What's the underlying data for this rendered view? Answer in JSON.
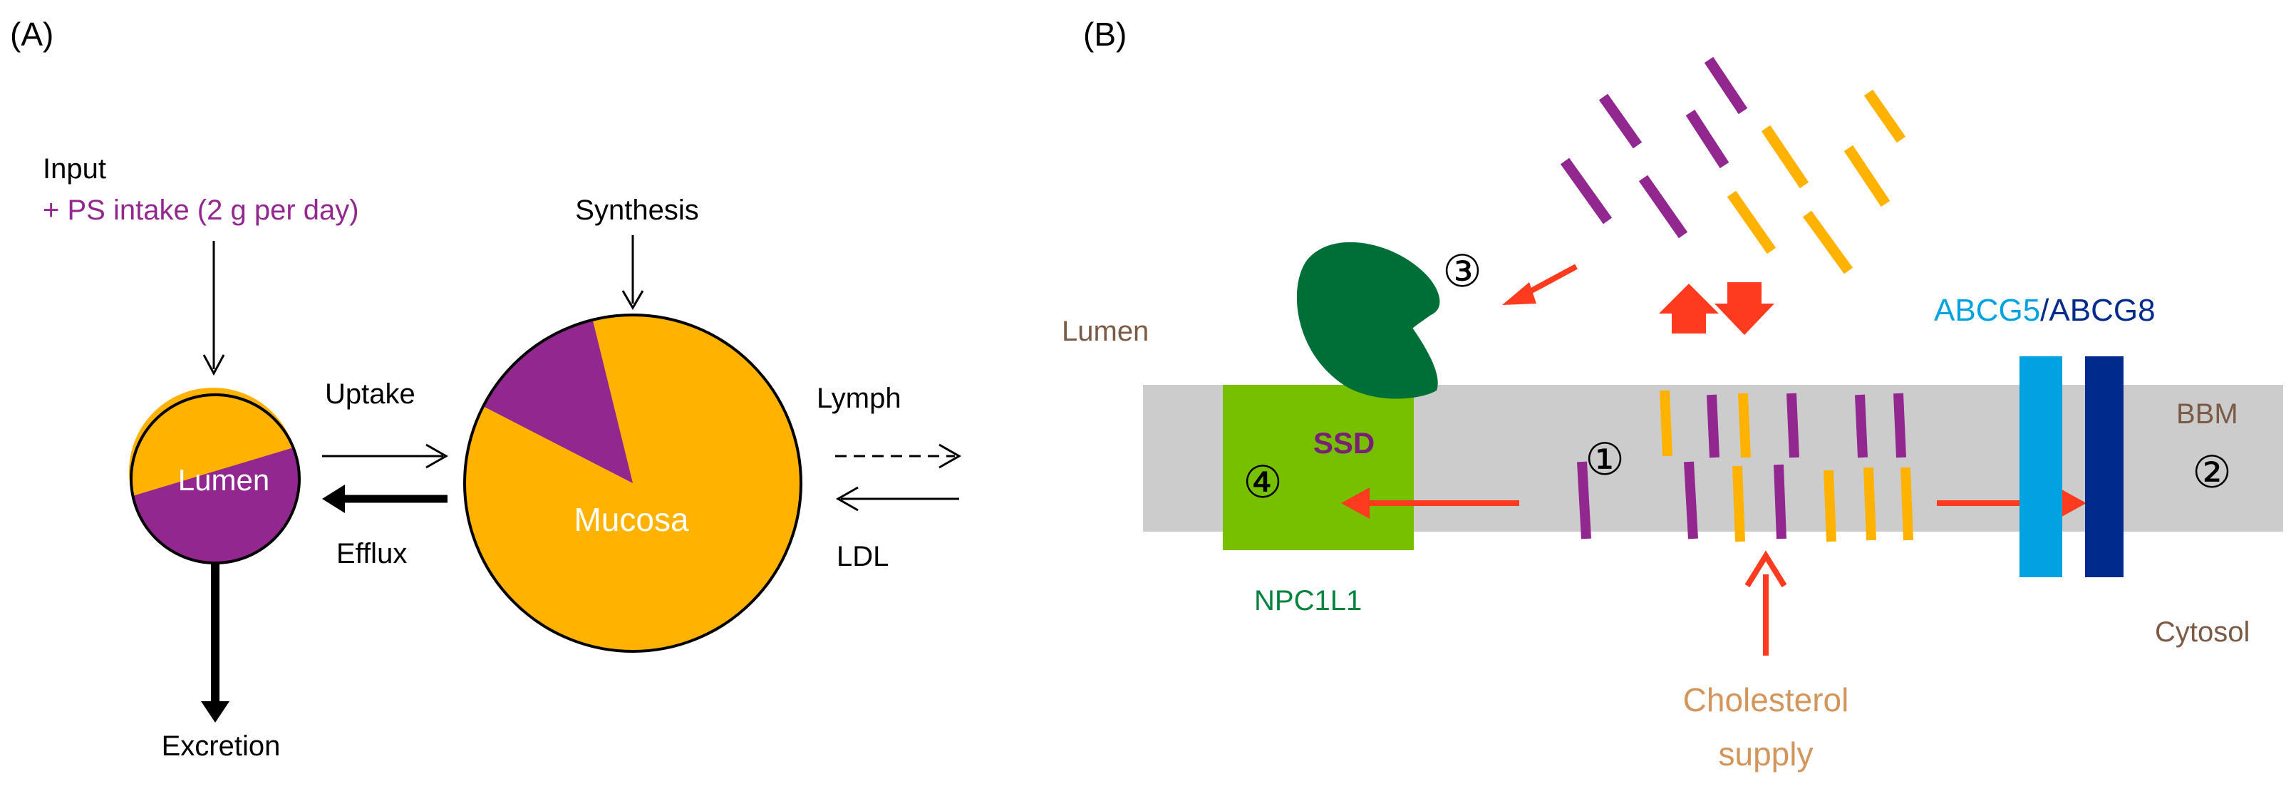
{
  "panel_a": {
    "label": "(A)",
    "input_label": "Input",
    "ps_intake": "+ PS intake (2 g per day)",
    "synthesis": "Synthesis",
    "lumen": "Lumen",
    "mucosa": "Mucosa",
    "uptake": "Uptake",
    "efflux": "Efflux",
    "lymph": "Lymph",
    "ldl": "LDL",
    "excretion": "Excretion"
  },
  "panel_b": {
    "label": "(B)",
    "lumen": "Lumen",
    "bbm": "BBM",
    "cytosol": "Cytosol",
    "abcg5": "ABCG5",
    "slash": "/",
    "abcg8": "ABCG8",
    "npc1l1": "NPC1L1",
    "ssd": "SSD",
    "num1": "①",
    "num2": "②",
    "num3": "③",
    "num4": "④",
    "cholesterol_line1": "Cholesterol",
    "cholesterol_line2": "supply"
  },
  "colors": {
    "orange": "#ffb300",
    "purple": "#92278f",
    "membrane": "#cccccc",
    "npc1l1_box": "#77c000",
    "npc1l1_text": "#00843d",
    "enzyme": "#006f37",
    "abcg5": "#00a3e0",
    "abcg8": "#002b8c",
    "red_arrow": "#ff3b1f",
    "brown_text": "#7b5a46",
    "cholesterol_text": "#d4955a"
  }
}
